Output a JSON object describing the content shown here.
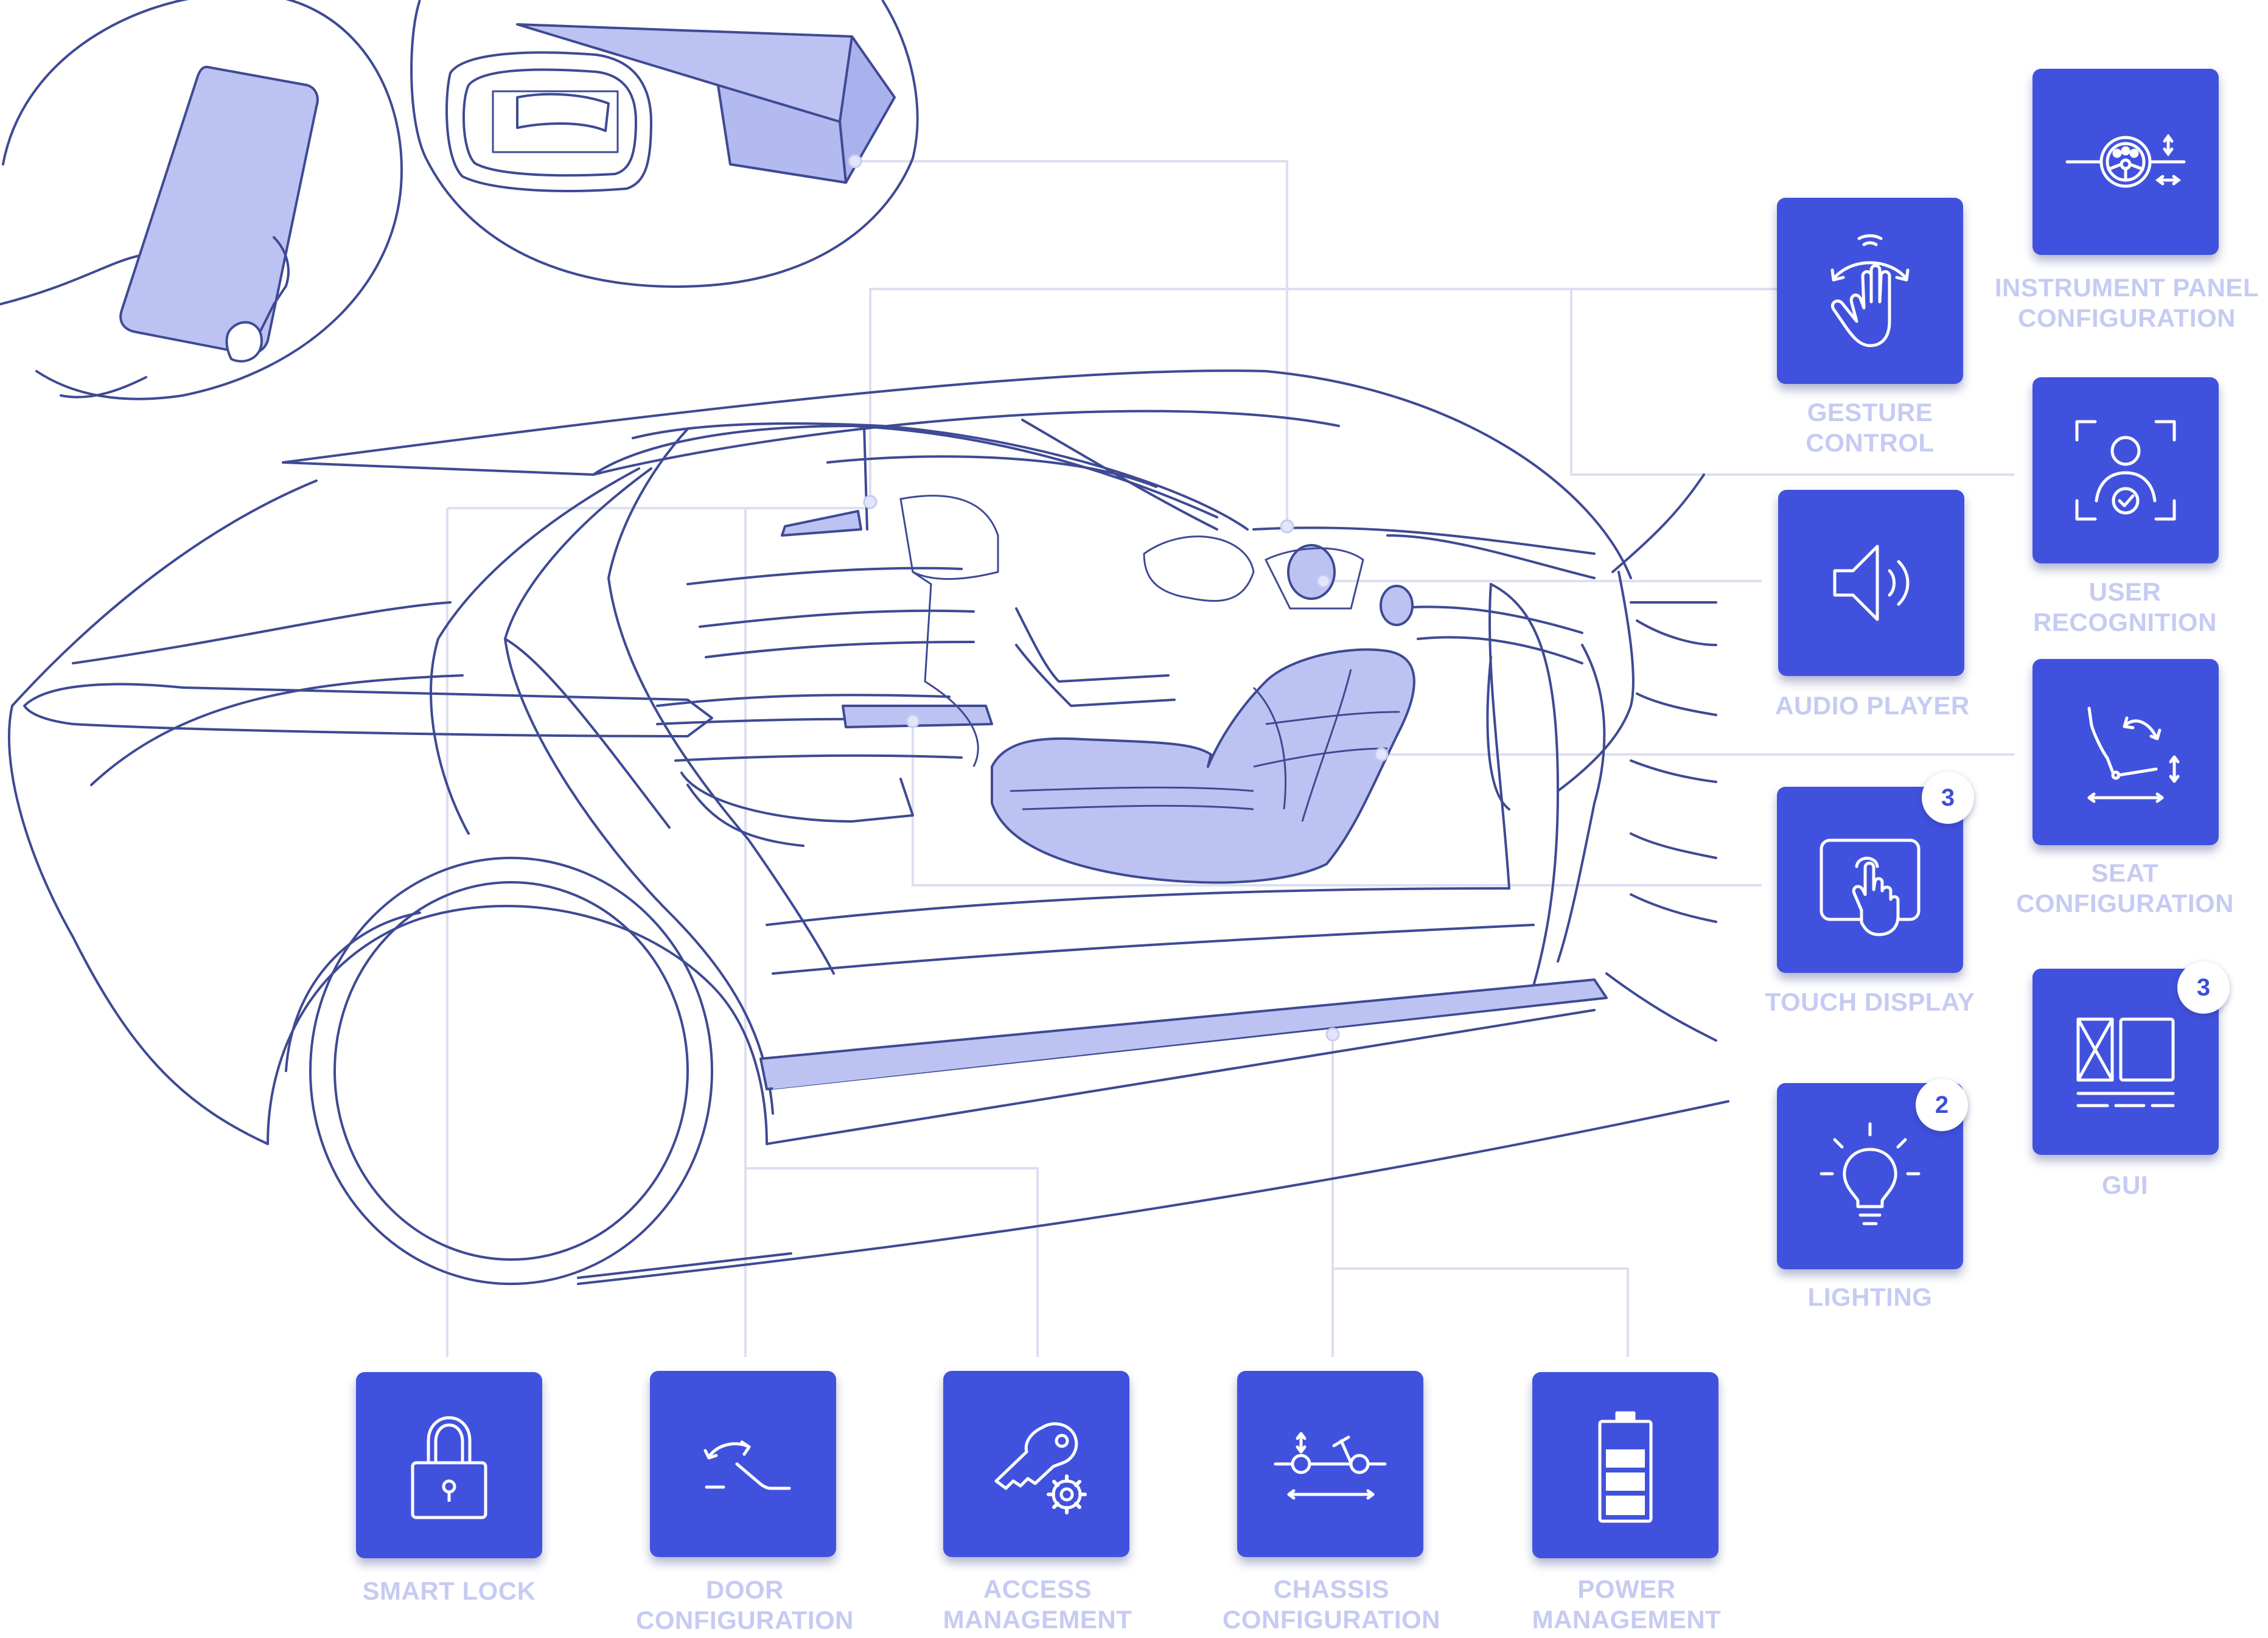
{
  "colors": {
    "tile": "#4052dd",
    "caption": "#c6cbf2",
    "line": "#3e4a94",
    "fill": "#bcc3f2",
    "connector": "#dcdff0"
  },
  "badges": {
    "touch_display": "3",
    "gui": "3",
    "lighting": "2"
  },
  "features": {
    "instrument_panel": {
      "icon": "steering-wheel-icon",
      "line1": "INSTRUMENT PANEL",
      "line2": "CONFIGURATION"
    },
    "gesture_control": {
      "icon": "hand-gesture-icon",
      "line1": "GESTURE",
      "line2": "CONTROL"
    },
    "user_recognition": {
      "icon": "face-recognition-icon",
      "line1": "USER",
      "line2": "RECOGNITION"
    },
    "audio_player": {
      "icon": "speaker-icon",
      "line1": "AUDIO PLAYER"
    },
    "seat_configuration": {
      "icon": "seat-adjust-icon",
      "line1": "SEAT",
      "line2": "CONFIGURATION"
    },
    "touch_display": {
      "icon": "touch-screen-icon",
      "line1": "TOUCH DISPLAY"
    },
    "gui": {
      "icon": "gui-layout-icon",
      "line1": "GUI"
    },
    "lighting": {
      "icon": "light-bulb-icon",
      "line1": "LIGHTING"
    },
    "smart_lock": {
      "icon": "padlock-icon",
      "line1": "SMART LOCK"
    },
    "door_configuration": {
      "icon": "door-open-icon",
      "line1": "DOOR",
      "line2": "CONFIGURATION"
    },
    "access_management": {
      "icon": "key-gear-icon",
      "line1": "ACCESS",
      "line2": "MANAGEMENT"
    },
    "chassis_configuration": {
      "icon": "chassis-icon",
      "line1": "CHASSIS",
      "line2": "CONFIGURATION"
    },
    "power_management": {
      "icon": "battery-icon",
      "line1": "POWER",
      "line2": "MANAGEMENT"
    }
  }
}
